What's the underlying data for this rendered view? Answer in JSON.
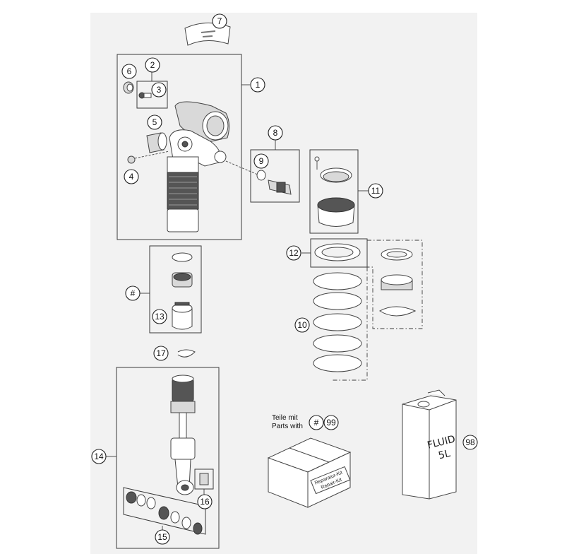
{
  "callouts": {
    "c1": "1",
    "c2": "2",
    "c3": "3",
    "c4": "4",
    "c5": "5",
    "c6": "6",
    "c7": "7",
    "c8": "8",
    "c9": "9",
    "c10": "10",
    "c11": "11",
    "c12": "12",
    "c13": "13",
    "c14": "14",
    "c15": "15",
    "c16": "16",
    "c17": "17",
    "c98": "98",
    "c99": "99",
    "hash": "#",
    "legend_hash": "#"
  },
  "legend": {
    "line1": "Teile mit",
    "line2": "Parts with"
  },
  "kit_box": {
    "line1": "Reparatur-Kit",
    "line2": "Repair-Kit"
  },
  "fluid_can": {
    "line1": "FLUID",
    "line2": "5L"
  }
}
